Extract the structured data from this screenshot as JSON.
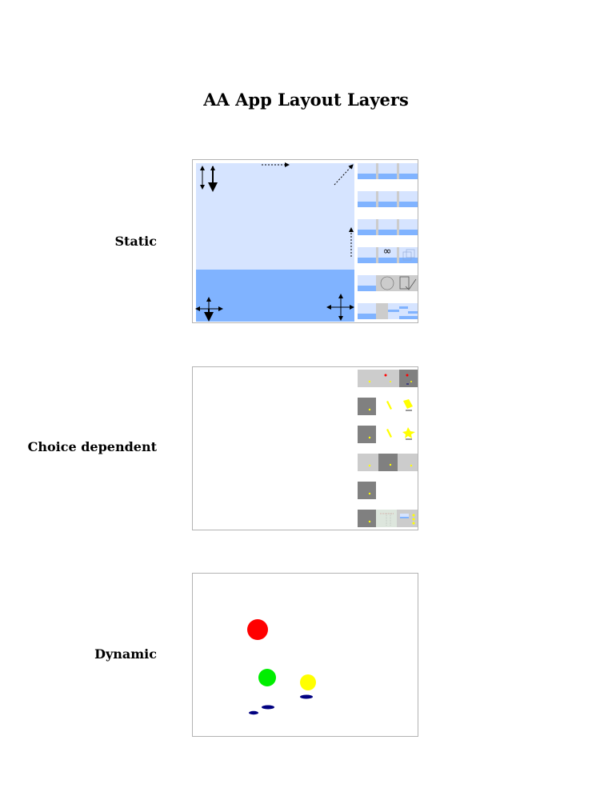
{
  "title": "AA App Layout Layers",
  "layers": [
    {
      "label": "Static"
    },
    {
      "label": "Choice dependent"
    },
    {
      "label": "Dynamic"
    }
  ],
  "colors": {
    "panel_border": "#b3b3b3",
    "light_blue": "#d6e4ff",
    "mid_blue": "#80b3ff",
    "light_gray": "#cccccc",
    "dark_gray": "#808080",
    "red": "#ff0000",
    "green": "#00ee00",
    "yellow": "#ffff00",
    "navy": "#000080"
  },
  "static_symbols": {
    "infinity": "∞"
  }
}
